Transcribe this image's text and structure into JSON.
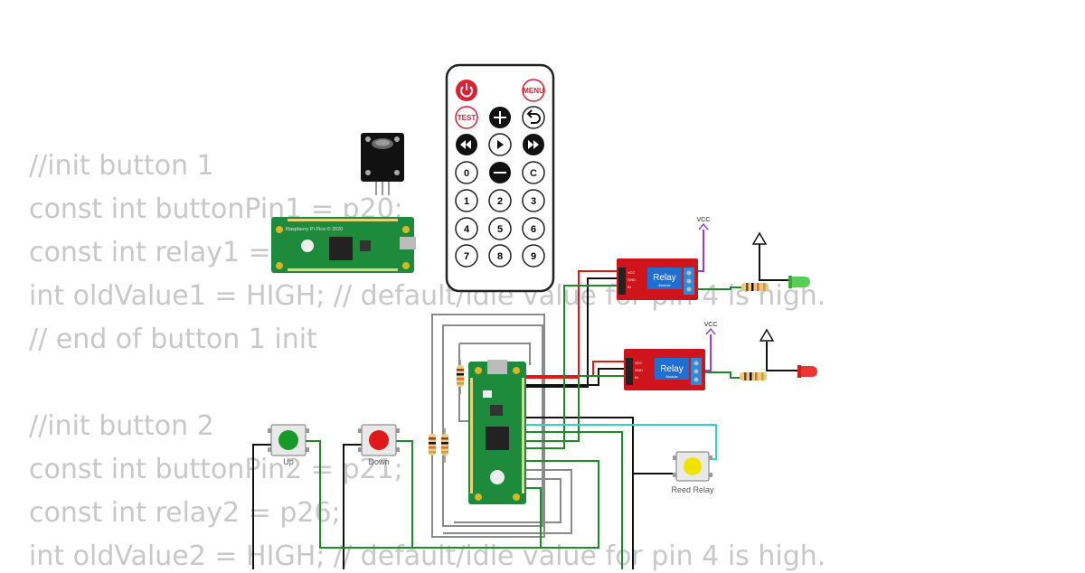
{
  "code_lines": [
    "//init button 1",
    "const int buttonPin1 = p20;",
    "const int relay1 = p27;",
    "int oldValue1 = HIGH; // default/idle value for pin 4 is high.",
    "// end of button 1 init",
    "",
    "//init button 2",
    "const int buttonPin2 = p21;",
    "const int relay2 = p26;",
    "int oldValue2 = HIGH; // default/idle value for pin 4 is high."
  ],
  "remote": {
    "power_icon": "power-icon",
    "menu_label": "MENU",
    "test_label": "TEST",
    "plus_icon": "plus-icon",
    "back_icon": "back-arrow-icon",
    "prev_icon": "rewind-icon",
    "play_icon": "play-icon",
    "next_icon": "fast-forward-icon",
    "zero_label": "0",
    "minus_icon": "minus-icon",
    "clear_label": "C",
    "digits": [
      "1",
      "2",
      "3",
      "4",
      "5",
      "6",
      "7",
      "8",
      "9"
    ]
  },
  "pico_top": {
    "board_label": "Raspberry Pi Pico © 2020"
  },
  "relay_module": {
    "title": "Relay",
    "subtitle": "Module",
    "pins": [
      "VCC",
      "GND",
      "IN"
    ]
  },
  "vcc_labels": [
    "VCC",
    "VCC"
  ],
  "buttons": {
    "up_label": "Up",
    "down_label": "Down",
    "reed_label": "Reed Relay"
  },
  "colors": {
    "wire_green": "#1f8a2a",
    "wire_red": "#e01818",
    "wire_black": "#111111",
    "wire_gray": "#8a8a8a",
    "wire_cyan": "#2ad4d4",
    "board_green": "#1e8a3c",
    "relay_red": "#d0141c",
    "relay_blue": "#1f6fd0"
  }
}
